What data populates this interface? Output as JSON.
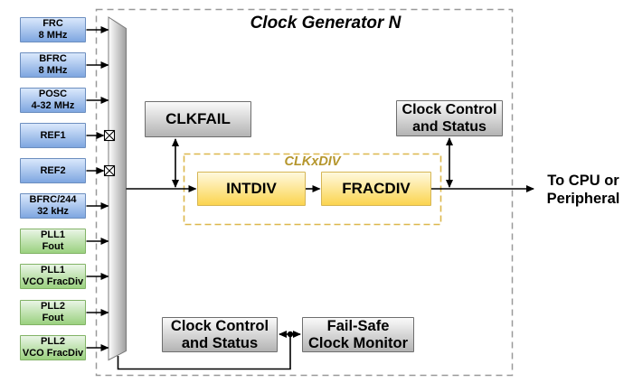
{
  "title": "Clock Generator N",
  "sources": [
    {
      "label": "FRC\n8 MHz",
      "type": "blue"
    },
    {
      "label": "BFRC\n8 MHz",
      "type": "blue"
    },
    {
      "label": "POSC\n4-32 MHz",
      "type": "blue"
    },
    {
      "label": "REF1",
      "type": "blue"
    },
    {
      "label": "REF2",
      "type": "blue"
    },
    {
      "label": "BFRC/244\n32 kHz",
      "type": "blue"
    },
    {
      "label": "PLL1\nFout",
      "type": "green"
    },
    {
      "label": "PLL1\nVCO FracDiv",
      "type": "green"
    },
    {
      "label": "PLL2\nFout",
      "type": "green"
    },
    {
      "label": "PLL2\nVCO FracDiv",
      "type": "green"
    }
  ],
  "blocks": {
    "clkfail": "CLKFAIL",
    "clock_control_top": "Clock Control\nand Status",
    "clkxdiv_group": "CLKxDIV",
    "intdiv": "INTDIV",
    "fracdiv": "FRACDIV",
    "clock_control_bottom": "Clock Control\nand Status",
    "fail_safe_monitor": "Fail-Safe\nClock Monitor"
  },
  "output_label": "To CPU or\nPeripheral",
  "colors": {
    "blue_box_top": "#dae8fc",
    "blue_box_bottom": "#7ea6e0",
    "blue_border": "#6c8ebf",
    "green_box_top": "#e9f5e6",
    "green_box_bottom": "#9ad17f",
    "green_border": "#82b366",
    "yellow_box_top": "#fff9dd",
    "yellow_box_bottom": "#fbd44f",
    "yellow_border": "#d6b656",
    "gray_box_top": "#fafafa",
    "gray_box_bottom": "#b3b3b3",
    "gray_border": "#6e6e6e",
    "clkxdiv_dash": "#dcb74c",
    "clkxdiv_label_color": "#b5962d",
    "outer_dash": "#999999",
    "line_color": "#000000"
  }
}
